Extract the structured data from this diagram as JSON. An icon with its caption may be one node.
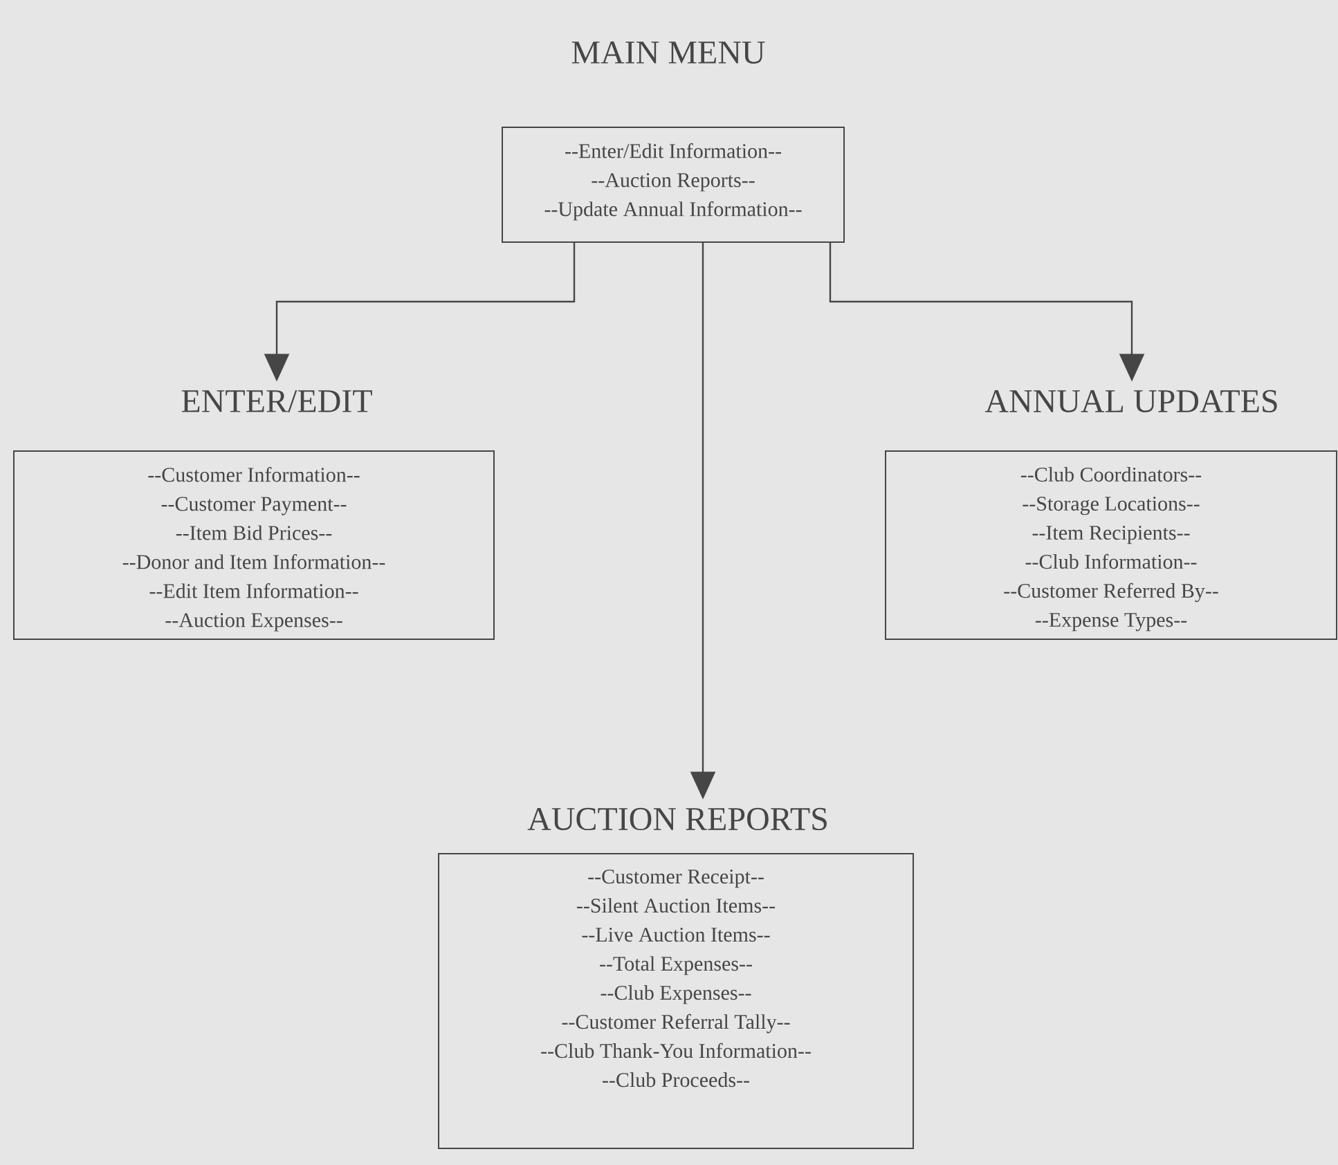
{
  "diagram": {
    "nodes": [
      {
        "text": [
          "MAIN MENU",
          "--Enter/Edit Information--",
          "--Auction Reports--",
          "--Update Annual Information--"
        ]
      },
      {
        "text": [
          "ENTER/EDIT",
          "--Customer Information--",
          "--Customer Payment--",
          "--Item Bid Prices--",
          "--Donor and Item Information--",
          "--Edit Item Information--",
          "--Auction Expenses--"
        ]
      },
      {
        "text": [
          "ANNUAL UPDATES",
          "--Club Coordinators--",
          "--Storage Locations--",
          "--Item Recipients--",
          "--Club Information--",
          "--Customer Referred By--",
          "--Expense Types--"
        ]
      },
      {
        "text": [
          "AUCTION REPORTS",
          "--Customer Receipt--",
          "--Silent Auction Items--",
          "--Live Auction Items--",
          "--Total Expenses--",
          "--Club Expenses--",
          "--Customer Referral Tally--",
          "--Club Thank-You Information--",
          "--Club Proceeds--"
        ]
      }
    ],
    "edges": [
      {
        "from": 0,
        "to": 1,
        "arrow": "to"
      },
      {
        "from": 0,
        "to": 3,
        "arrow": "to"
      },
      {
        "from": 0,
        "to": 2,
        "arrow": "to"
      }
    ]
  }
}
